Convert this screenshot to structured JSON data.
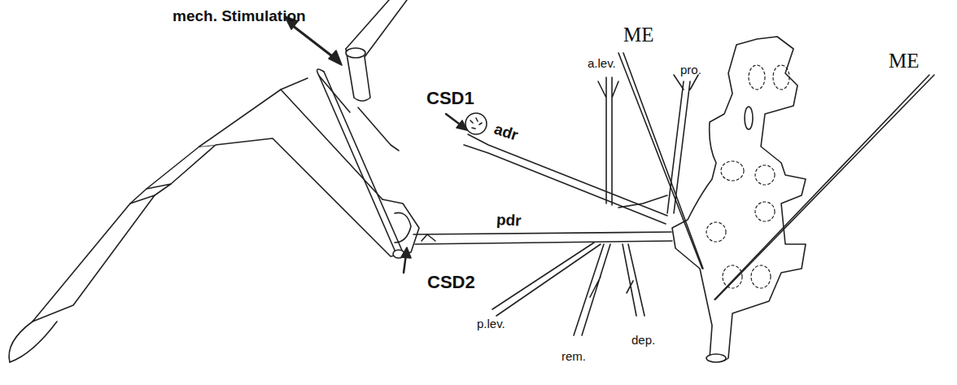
{
  "diagram": {
    "labels": [
      "mech. Stimulation",
      "ME",
      "ME",
      "CSD1",
      "adr",
      "a.lev.",
      "pro.",
      "pdr",
      "CSD2",
      "p.lev.",
      "rem.",
      "dep."
    ]
  }
}
